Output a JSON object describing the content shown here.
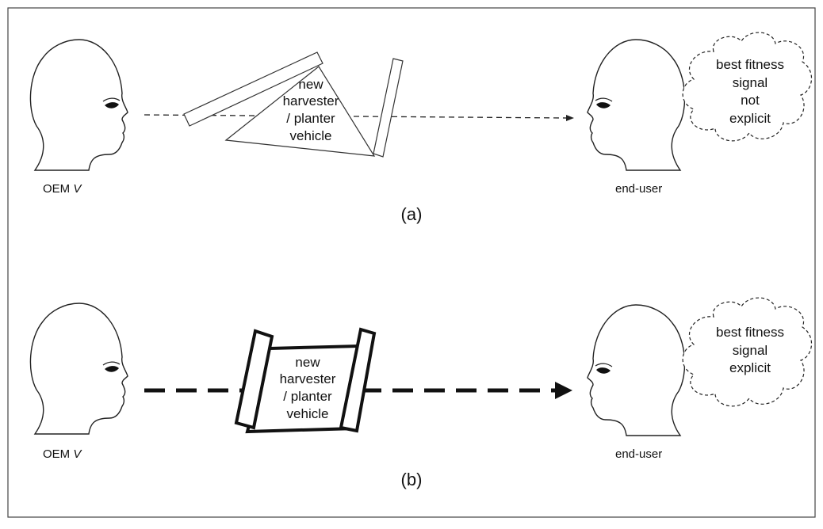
{
  "panel_a": {
    "left_label": "OEM ",
    "left_label_var": "V",
    "right_label": "end-user",
    "vehicle_lines": [
      "new",
      "harvester",
      "/ planter",
      "vehicle"
    ],
    "cloud_lines": [
      "best fitness",
      "signal",
      "not",
      "explicit"
    ],
    "caption": "(a)"
  },
  "panel_b": {
    "left_label": "OEM ",
    "left_label_var": "V",
    "right_label": "end-user",
    "vehicle_lines": [
      "new",
      "harvester",
      "/ planter",
      "vehicle"
    ],
    "cloud_lines": [
      "best fitness",
      "signal",
      "explicit"
    ],
    "caption": "(b)"
  }
}
